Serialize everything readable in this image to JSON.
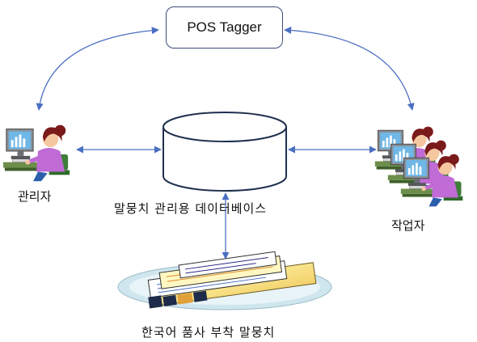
{
  "pos_tagger": {
    "label": "POS Tagger"
  },
  "admin": {
    "label": "관리자",
    "icon": "person-at-computer-icon"
  },
  "database": {
    "label": "말뭉치 관리용 데이터베이스",
    "icon": "database-cylinder-icon"
  },
  "workers": {
    "label": "작업자",
    "icon": "people-at-computers-icon"
  },
  "corpus": {
    "label": "한국어 품사 부착 말뭉치",
    "icon": "document-stack-icon"
  },
  "colors": {
    "arrow": "#4a6fc2",
    "box_border": "#3e4a78",
    "cylinder_stroke": "#20304e",
    "shirt": "#c06bd6",
    "hair": "#7a1a1a",
    "skin": "#f5c7a1",
    "monitor_screen": "#6fb7e6"
  }
}
